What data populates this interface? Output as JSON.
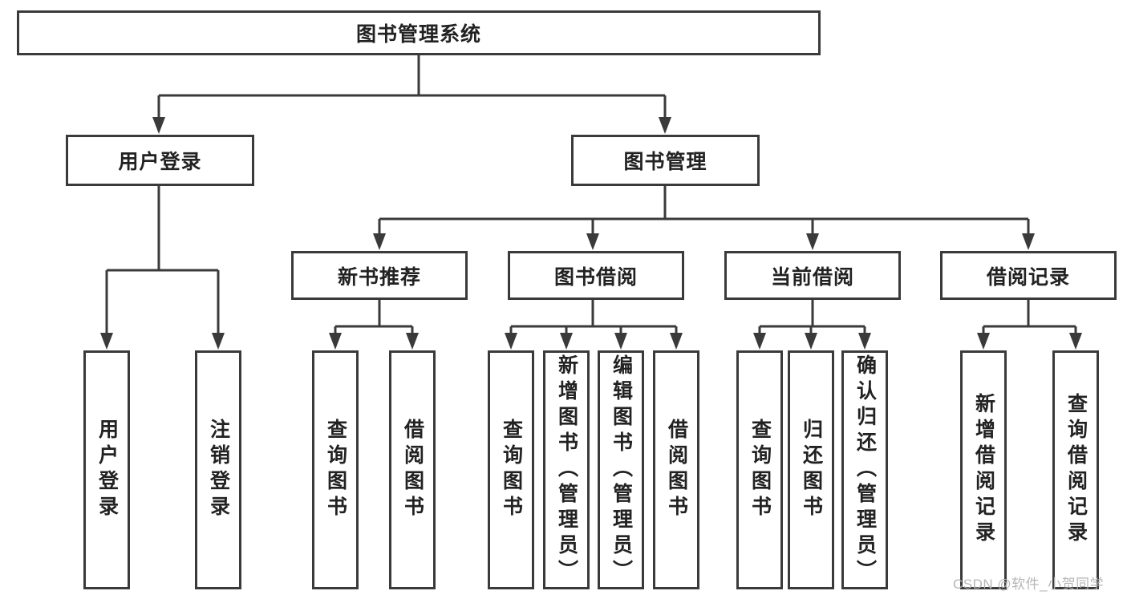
{
  "tree": {
    "label": "图书管理系统",
    "children": [
      {
        "label": "用户登录",
        "children": [
          {
            "label": "用户登录"
          },
          {
            "label": "注销登录"
          }
        ]
      },
      {
        "label": "图书管理",
        "children": [
          {
            "label": "新书推荐",
            "children": [
              {
                "label": "查询图书"
              },
              {
                "label": "借阅图书"
              }
            ]
          },
          {
            "label": "图书借阅",
            "children": [
              {
                "label": "查询图书"
              },
              {
                "label": "新增图书（管理员）"
              },
              {
                "label": "编辑图书（管理员）"
              },
              {
                "label": "借阅图书"
              }
            ]
          },
          {
            "label": "当前借阅",
            "children": [
              {
                "label": "查询图书"
              },
              {
                "label": "归还图书"
              },
              {
                "label": "确认归还（管理员）"
              }
            ]
          },
          {
            "label": "借阅记录",
            "children": [
              {
                "label": "新增借阅记录"
              },
              {
                "label": "查询借阅记录"
              }
            ]
          }
        ]
      }
    ]
  },
  "watermark": {
    "text": "CSDN @软件_小贺同学"
  },
  "colors": {
    "line": "#3a3a3a",
    "box_border": "#3a3a3a",
    "box_fill": "#ffffff",
    "text": "#222222",
    "watermark": "#b3b3b3",
    "background": "#ffffff"
  }
}
